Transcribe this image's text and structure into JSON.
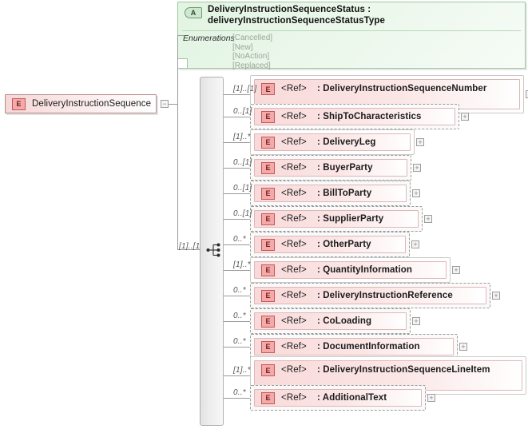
{
  "diagram": {
    "kind": "xsd-element-diagram",
    "colors": {
      "element_fill": "#f9dada",
      "element_border": "#e0b6b6",
      "type_fill": "#e2f4e2",
      "type_border": "#9fc79f",
      "line": "#9a9a9a",
      "cardinality_text": "#555555"
    }
  },
  "root": {
    "icon": "element-icon",
    "icon_letter": "E",
    "label": "DeliveryInstructionSequence",
    "expander": "−"
  },
  "type_box": {
    "icon": "attribute-icon",
    "icon_letter": "A",
    "title": "DeliveryInstructionSequenceStatus : deliveryInstructionSequenceStatusType",
    "facet_label": "Enumerations",
    "enumerations": [
      "[Cancelled]",
      "[New]",
      "[NoAction]",
      "[Replaced]"
    ]
  },
  "sequence": {
    "cardinality": "[1]..[1]",
    "icon": "sequence-icon"
  },
  "children": [
    {
      "cardinality": "[1]..[1]",
      "icon_letter": "E",
      "keyword": "<Ref>",
      "name": ": DeliveryInstructionSequenceNumber",
      "expander": "+",
      "dashed": false
    },
    {
      "cardinality": "0..[1]",
      "icon_letter": "E",
      "keyword": "<Ref>",
      "name": ": ShipToCharacteristics",
      "expander": "+",
      "dashed": true
    },
    {
      "cardinality": "[1]..*",
      "icon_letter": "E",
      "keyword": "<Ref>",
      "name": ": DeliveryLeg",
      "expander": "+",
      "dashed": false
    },
    {
      "cardinality": "0..[1]",
      "icon_letter": "E",
      "keyword": "<Ref>",
      "name": ": BuyerParty",
      "expander": "+",
      "dashed": true
    },
    {
      "cardinality": "0..[1]",
      "icon_letter": "E",
      "keyword": "<Ref>",
      "name": ": BillToParty",
      "expander": "+",
      "dashed": true
    },
    {
      "cardinality": "0..[1]",
      "icon_letter": "E",
      "keyword": "<Ref>",
      "name": ": SupplierParty",
      "expander": "+",
      "dashed": true
    },
    {
      "cardinality": "0..*",
      "icon_letter": "E",
      "keyword": "<Ref>",
      "name": ": OtherParty",
      "expander": "+",
      "dashed": true
    },
    {
      "cardinality": "[1]..*",
      "icon_letter": "E",
      "keyword": "<Ref>",
      "name": ": QuantityInformation",
      "expander": "+",
      "dashed": false
    },
    {
      "cardinality": "0..*",
      "icon_letter": "E",
      "keyword": "<Ref>",
      "name": ": DeliveryInstructionReference",
      "expander": "+",
      "dashed": true
    },
    {
      "cardinality": "0..*",
      "icon_letter": "E",
      "keyword": "<Ref>",
      "name": ": CoLoading",
      "expander": "+",
      "dashed": true
    },
    {
      "cardinality": "0..*",
      "icon_letter": "E",
      "keyword": "<Ref>",
      "name": ": DocumentInformation",
      "expander": "+",
      "dashed": true
    },
    {
      "cardinality": "[1]..*",
      "icon_letter": "E",
      "keyword": "<Ref>",
      "name": ": DeliveryInstructionSequenceLineItem",
      "expander": "+",
      "dashed": false
    },
    {
      "cardinality": "0..*",
      "icon_letter": "E",
      "keyword": "<Ref>",
      "name": ": AdditionalText",
      "expander": "+",
      "dashed": true
    }
  ]
}
